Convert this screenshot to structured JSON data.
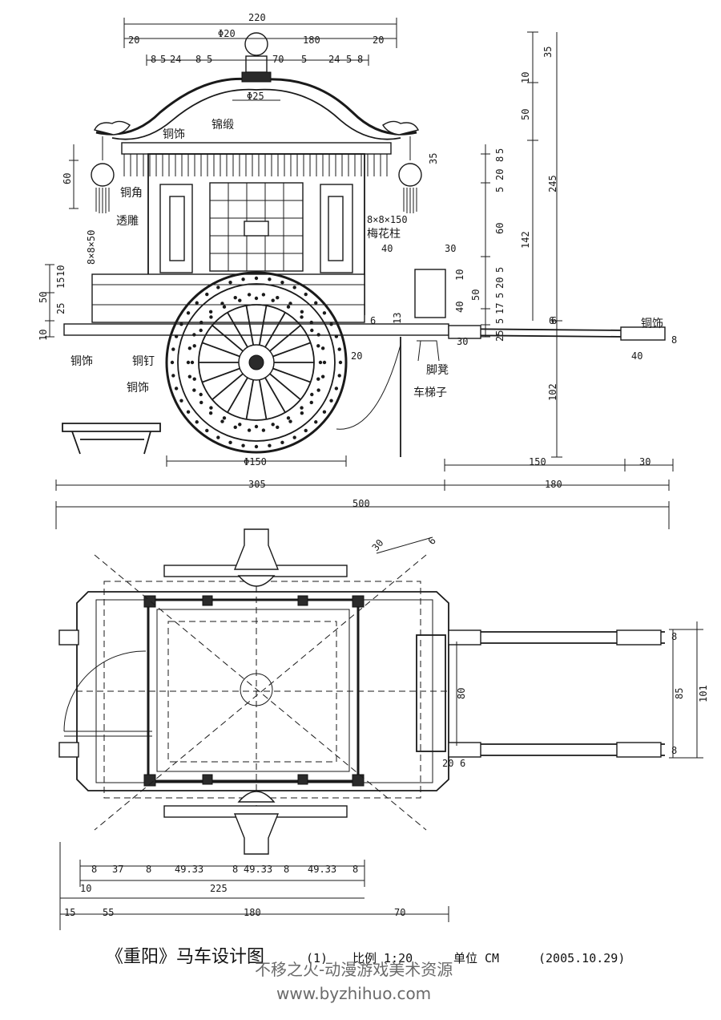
{
  "title": {
    "main": "《重阳》马车设计图",
    "sheet": "(1)",
    "scale": "比例 1:20",
    "unit": "单位 CM",
    "date": "(2005.10.29)"
  },
  "watermark": {
    "line1": "不移之火-动漫游戏美术资源",
    "line2": "www.byzhihuo.com"
  },
  "side_labels": [
    "铜饰",
    "锦缎",
    "铜角",
    "透雕",
    "8×8×150",
    "梅花柱",
    "8×8×50",
    "铜饰",
    "铜钉",
    "铜饰",
    "脚凳",
    "车梯子",
    "铜饰"
  ],
  "side_dims": {
    "top": [
      "220",
      "20",
      "Φ20",
      "180",
      "20",
      "8",
      "5",
      "24",
      "8",
      "5",
      "70",
      "5",
      "24",
      "5",
      "8",
      "Φ25"
    ],
    "right_small": [
      "35",
      "10",
      "50",
      "35",
      "5",
      "8",
      "20",
      "5",
      "60",
      "5",
      "20",
      "5",
      "17",
      "5",
      "25",
      "6"
    ],
    "right_big": [
      "245",
      "142",
      "102"
    ],
    "left": [
      "60",
      "10",
      "15",
      "25",
      "50",
      "10"
    ],
    "misc": [
      "30",
      "40",
      "13",
      "6",
      "20",
      "10",
      "40",
      "50",
      "30",
      "8",
      "40",
      "6"
    ],
    "bottom": [
      "Φ150",
      "150",
      "30",
      "305",
      "180",
      "500"
    ]
  },
  "plan_dims": {
    "top_right": [
      "30",
      "6"
    ],
    "right": [
      "8",
      "85",
      "101",
      "8",
      "80",
      "20",
      "6"
    ],
    "bottom_row1": [
      "8",
      "37",
      "8",
      "49.33",
      "8",
      "49.33",
      "8",
      "49.33",
      "8"
    ],
    "bottom_row2": [
      "10",
      "225"
    ],
    "bottom_row3": [
      "15",
      "55",
      "180",
      "70"
    ]
  },
  "colors": {
    "ink": "#1a1a1a",
    "paper": "#ffffff",
    "watermark": "#6a6a6a"
  }
}
